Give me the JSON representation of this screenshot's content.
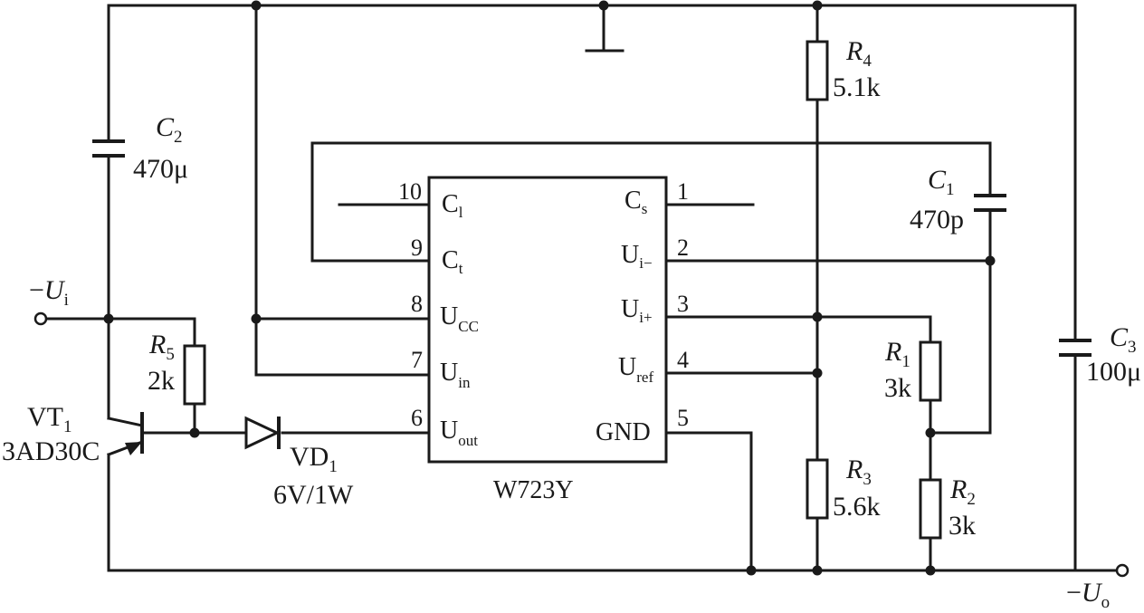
{
  "ic": {
    "name": "W723Y",
    "pins": [
      {
        "num": "1",
        "name": "C",
        "sub": "s"
      },
      {
        "num": "2",
        "name": "U",
        "sub": "i−"
      },
      {
        "num": "3",
        "name": "U",
        "sub": "i+"
      },
      {
        "num": "4",
        "name": "U",
        "sub": "ref"
      },
      {
        "num": "5",
        "name": "GND",
        "sub": ""
      },
      {
        "num": "6",
        "name": "U",
        "sub": "out"
      },
      {
        "num": "7",
        "name": "U",
        "sub": "in"
      },
      {
        "num": "8",
        "name": "U",
        "sub": "CC"
      },
      {
        "num": "9",
        "name": "C",
        "sub": "t"
      },
      {
        "num": "10",
        "name": "C",
        "sub": "l"
      }
    ]
  },
  "components": {
    "c1": {
      "ref": "C",
      "sub": "1",
      "value": "470p"
    },
    "c2": {
      "ref": "C",
      "sub": "2",
      "value": "470μ"
    },
    "c3": {
      "ref": "C",
      "sub": "3",
      "value": "100μ"
    },
    "r1": {
      "ref": "R",
      "sub": "1",
      "value": "3k"
    },
    "r2": {
      "ref": "R",
      "sub": "2",
      "value": "3k"
    },
    "r3": {
      "ref": "R",
      "sub": "3",
      "value": "5.6k"
    },
    "r4": {
      "ref": "R",
      "sub": "4",
      "value": "5.1k"
    },
    "r5": {
      "ref": "R",
      "sub": "5",
      "value": "2k"
    },
    "vt1": {
      "ref": "VT",
      "sub": "1",
      "value": "3AD30C"
    },
    "vd1": {
      "ref": "VD",
      "sub": "1",
      "value": "6V/1W"
    }
  },
  "terminals": {
    "input": {
      "sign": "−",
      "name": "U",
      "sub": "i"
    },
    "output": {
      "sign": "−",
      "name": "U",
      "sub": "o"
    }
  }
}
